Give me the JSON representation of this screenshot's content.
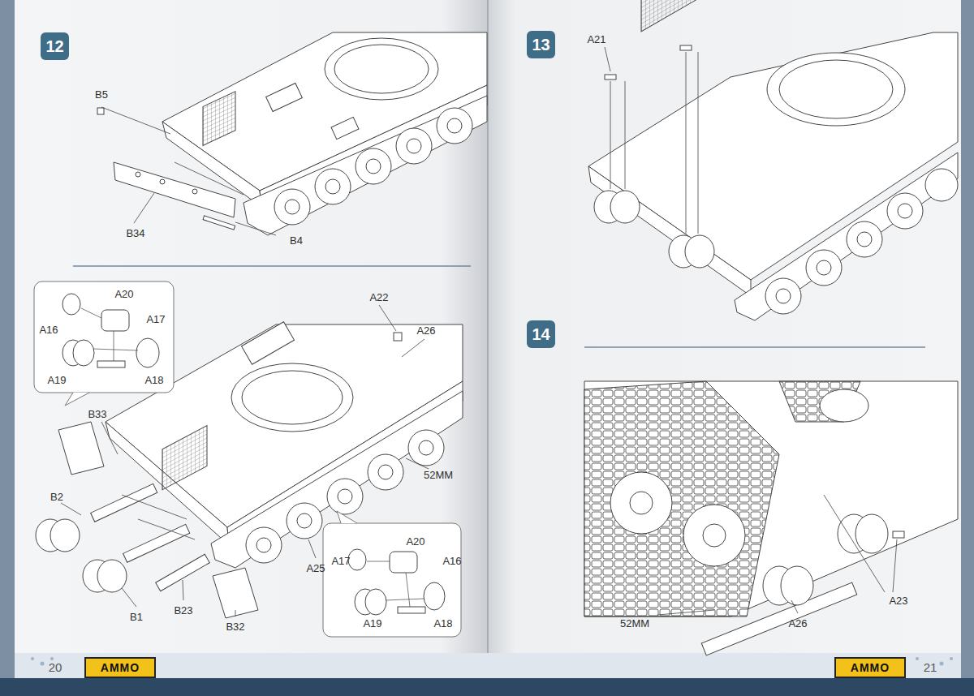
{
  "diagram": {
    "nodes": [
      {
        "text": [
          "12"
        ]
      },
      {
        "text": [
          "13"
        ]
      },
      {
        "text": [
          "14"
        ]
      },
      {
        "text": [
          "AMMO"
        ]
      },
      {
        "text": [
          "AMMO"
        ]
      }
    ],
    "labels": [
      "B5",
      "B34",
      "B4",
      "A20",
      "A16",
      "A17",
      "A19",
      "A18",
      "B33",
      "A22",
      "A26",
      "52MM",
      "B2",
      "A25",
      "B1",
      "B23",
      "B32",
      "A20",
      "A17",
      "A16",
      "A19",
      "A18",
      "A21",
      "52MM",
      "A26",
      "A23",
      "20",
      "21"
    ]
  }
}
